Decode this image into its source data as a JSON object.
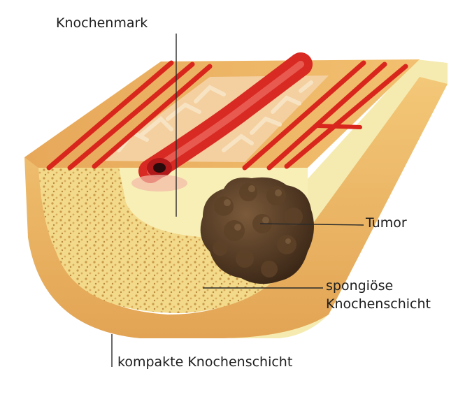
{
  "labels": {
    "marrow": "Knochenmark",
    "tumor": "Tumor",
    "spongy": [
      "spongiöse",
      "Knochenschicht"
    ],
    "compact": "kompakte Knochenschicht"
  }
}
